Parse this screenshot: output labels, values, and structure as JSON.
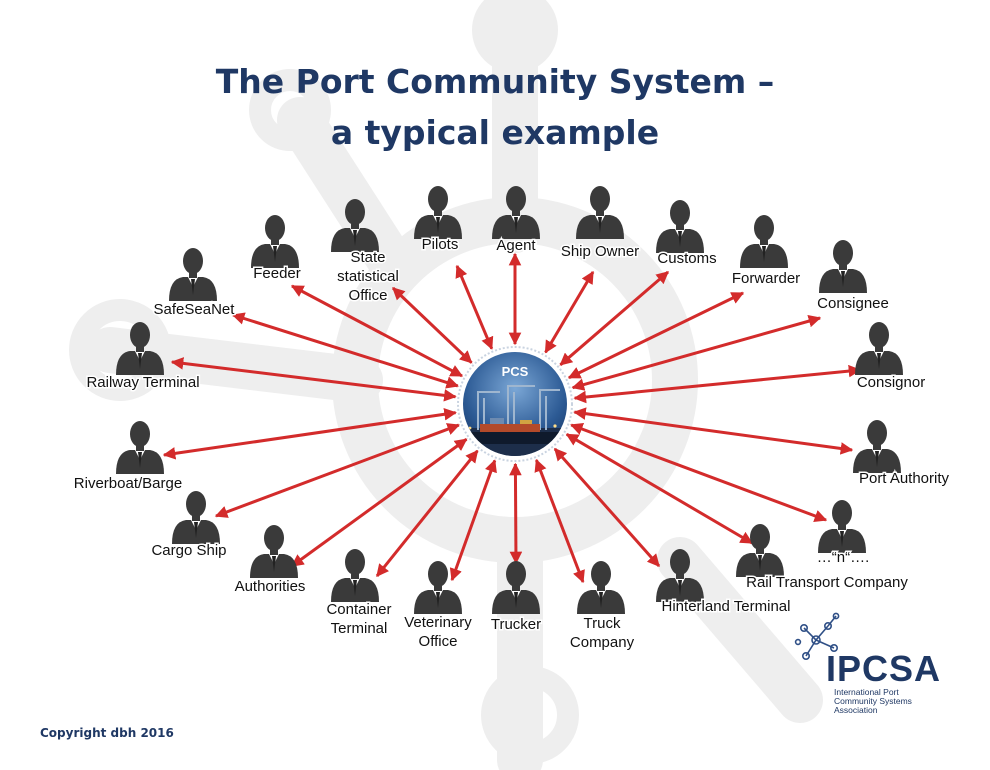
{
  "title_line1": "The Port Community System –",
  "title_line2": "a typical example",
  "center_label": "PCS",
  "copyright": "Copyright dbh 2016",
  "logo": {
    "name": "IPCSA",
    "subtitle_lines": [
      "International Port",
      "Community Systems",
      "Association"
    ]
  },
  "colors": {
    "title": "#1f3864",
    "arrow": "#d32b2b",
    "person": "#3a3a3a",
    "hub_ring": "#dde4ee",
    "background_mark": "#ededed"
  },
  "stakeholders": [
    {
      "id": "feeder",
      "lines": [
        "Feeder"
      ]
    },
    {
      "id": "state-statistical-office",
      "lines": [
        "State",
        "statistical",
        "Office"
      ]
    },
    {
      "id": "pilots",
      "lines": [
        "Pilots"
      ]
    },
    {
      "id": "agent",
      "lines": [
        "Agent"
      ]
    },
    {
      "id": "ship-owner",
      "lines": [
        "Ship Owner"
      ]
    },
    {
      "id": "customs",
      "lines": [
        "Customs"
      ]
    },
    {
      "id": "forwarder",
      "lines": [
        "Forwarder"
      ]
    },
    {
      "id": "consignee",
      "lines": [
        "Consignee"
      ]
    },
    {
      "id": "safeseanet",
      "lines": [
        "SafeSeaNet"
      ]
    },
    {
      "id": "railway-terminal",
      "lines": [
        "Railway Terminal"
      ]
    },
    {
      "id": "consignor",
      "lines": [
        "Consignor"
      ]
    },
    {
      "id": "riverboat-barge",
      "lines": [
        "Riverboat/Barge"
      ]
    },
    {
      "id": "port-authority",
      "lines": [
        "Port Authority"
      ]
    },
    {
      "id": "cargo-ship",
      "lines": [
        "Cargo Ship"
      ]
    },
    {
      "id": "n-others",
      "lines": [
        "…“n“…."
      ]
    },
    {
      "id": "authorities",
      "lines": [
        "Authorities"
      ]
    },
    {
      "id": "rail-transport-company",
      "lines": [
        "Rail Transport Company"
      ]
    },
    {
      "id": "container-terminal",
      "lines": [
        "Container",
        "Terminal"
      ]
    },
    {
      "id": "veterinary-office",
      "lines": [
        "Veterinary",
        "Office"
      ]
    },
    {
      "id": "trucker",
      "lines": [
        "Trucker"
      ]
    },
    {
      "id": "truck-company",
      "lines": [
        "Truck",
        "Company"
      ]
    },
    {
      "id": "hinterland-terminal",
      "lines": [
        "Hinterland Terminal"
      ]
    }
  ]
}
